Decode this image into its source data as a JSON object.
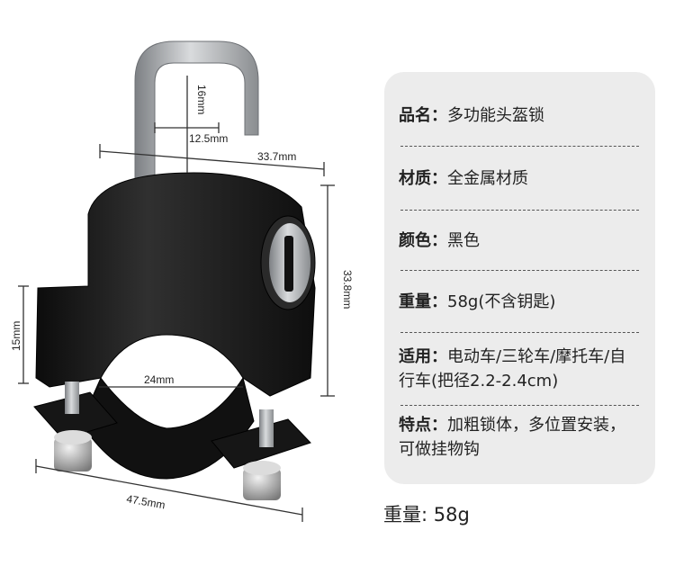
{
  "dimensions": {
    "shackle_height": "16mm",
    "shackle_width": "12.5mm",
    "body_width": "33.7mm",
    "body_height": "33.8mm",
    "clamp_height": "15mm",
    "clamp_diameter": "24mm",
    "total_width": "47.5mm"
  },
  "specs": [
    {
      "label": "品名：",
      "value": "多功能头盔锁"
    },
    {
      "label": "材质：",
      "value": "全金属材质"
    },
    {
      "label": "颜色：",
      "value": "黑色"
    },
    {
      "label": "重量：",
      "value": "58g(不含钥匙)"
    },
    {
      "label": "适用：",
      "value": "电动车/三轮车/摩托车/自行车(把径2.2-2.4cm)"
    },
    {
      "label": "特点：",
      "value": "加粗锁体，多位置安装，可做挂物钩"
    }
  ],
  "footer_weight": "重量: 58g",
  "colors": {
    "lock_body": "#1c1c1c",
    "shackle": "#a9acaf",
    "card_bg": "#ececec"
  }
}
